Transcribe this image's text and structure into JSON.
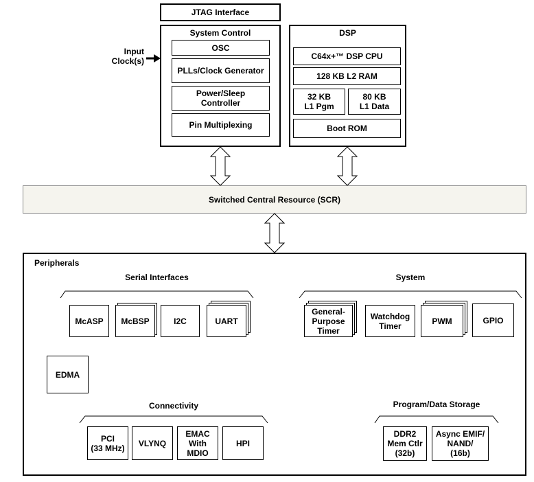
{
  "jtag": "JTAG Interface",
  "system_control": {
    "title": "System Control",
    "items": [
      "OSC",
      "PLLs/Clock Generator",
      "Power/Sleep\nController",
      "Pin Multiplexing"
    ]
  },
  "input_clock": "Input\nClock(s)",
  "dsp": {
    "title": "DSP",
    "cpu": "C64x+™ DSP CPU",
    "l2": "128 KB L2 RAM",
    "l1p": "32 KB\nL1 Pgm",
    "l1d": "80 KB\nL1 Data",
    "rom": "Boot ROM"
  },
  "scr": "Switched Central Resource (SCR)",
  "peripherals": {
    "title": "Peripherals",
    "serial": {
      "title": "Serial Interfaces",
      "items": [
        "McASP",
        "McBSP",
        "I2C",
        "UART"
      ]
    },
    "system": {
      "title": "System",
      "items": [
        "General-\nPurpose\nTimer",
        "Watchdog\nTimer",
        "PWM",
        "GPIO"
      ]
    },
    "edma": "EDMA",
    "connectivity": {
      "title": "Connectivity",
      "items": [
        "PCI\n(33 MHz)",
        "VLYNQ",
        "EMAC\nWith\nMDIO",
        "HPI"
      ]
    },
    "storage": {
      "title": "Program/Data Storage",
      "items": [
        "DDR2\nMem Ctlr\n(32b)",
        "Async EMIF/\nNAND/\n(16b)"
      ]
    }
  }
}
